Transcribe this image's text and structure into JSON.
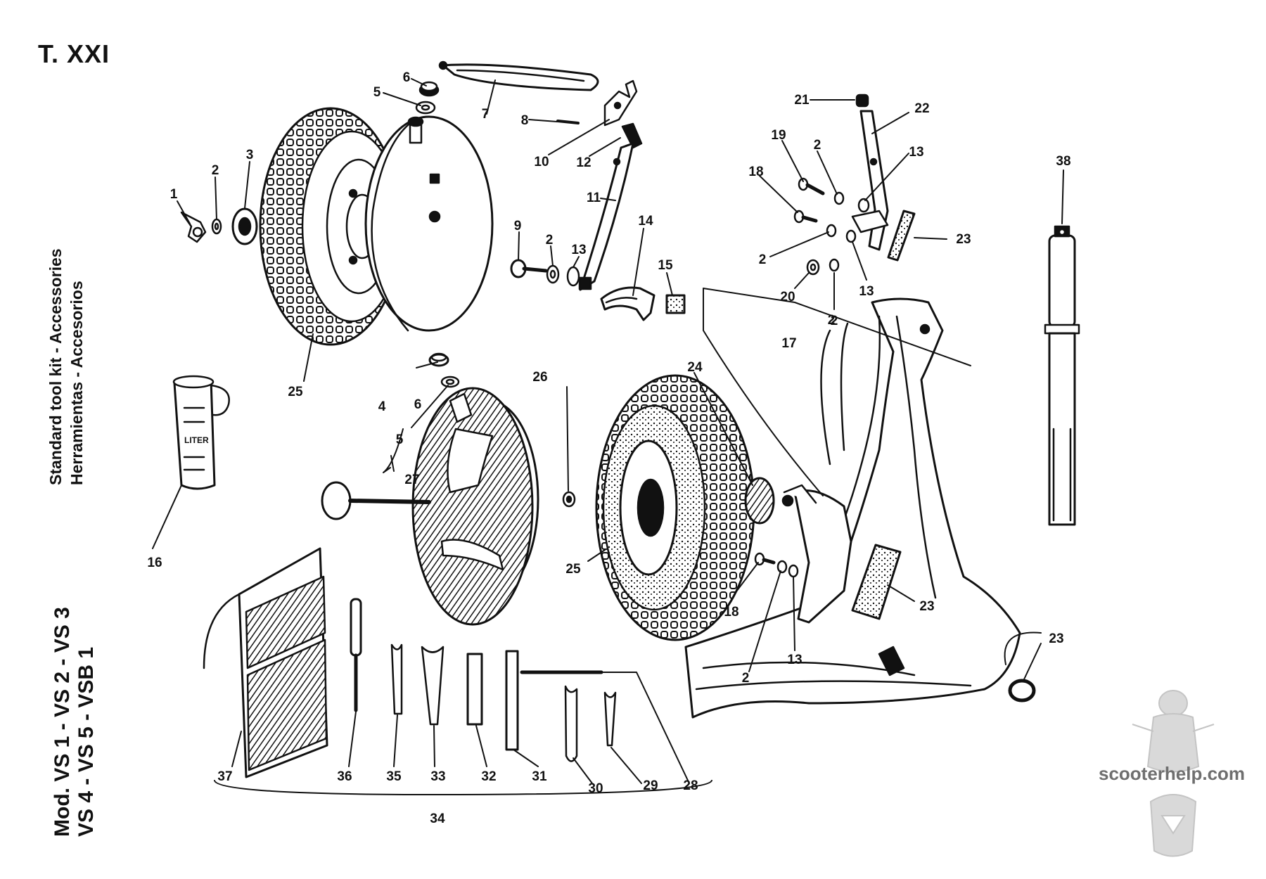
{
  "plate": "T. XXI",
  "side_text": {
    "line1": "Standard tool kit - Accessories",
    "line2": "Herramientas - Accesorios",
    "models_line1": "Mod. VS 1 - VS 2 - VS 3",
    "models_line2": "VS 4 - VS 5 - VSB 1"
  },
  "watermark": "scooterhelp.com",
  "jug_print": "LITER",
  "callouts": [
    "1",
    "2",
    "3",
    "5",
    "6",
    "7",
    "8",
    "10",
    "12",
    "11",
    "9",
    "2",
    "13",
    "14",
    "15",
    "25",
    "21",
    "22",
    "19",
    "2",
    "13",
    "18",
    "2",
    "23",
    "2",
    "20",
    "2",
    "13",
    "17",
    "38",
    "4",
    "6",
    "5",
    "27",
    "26",
    "24",
    "25",
    "16",
    "18",
    "2",
    "13",
    "23",
    "23",
    "37",
    "36",
    "35",
    "33",
    "32",
    "31",
    "30",
    "29",
    "28",
    "34"
  ]
}
